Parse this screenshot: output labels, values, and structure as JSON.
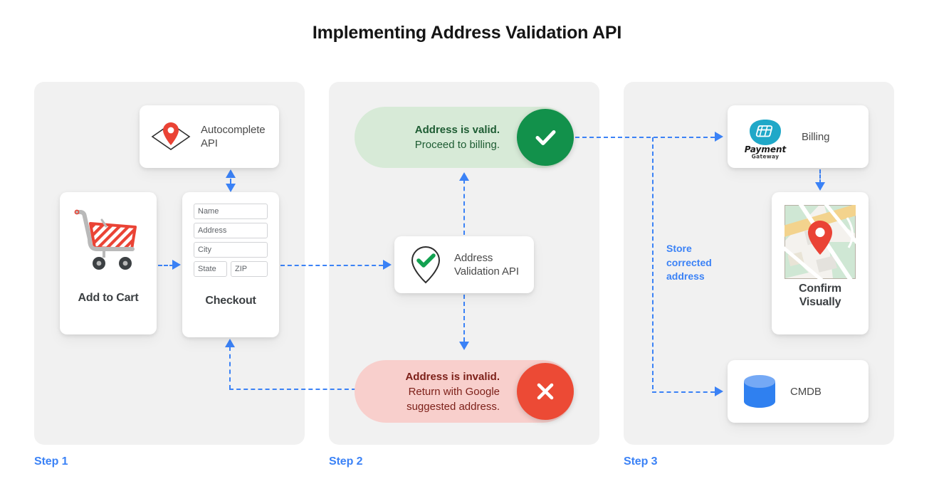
{
  "page": {
    "title": "Implementing Address Validation API",
    "accent_blue": "#3b82f6",
    "panel_bg": "#f1f1f1",
    "valid_green": "#12914b",
    "invalid_red": "#ec4a35"
  },
  "steps": [
    {
      "label": "Step 1"
    },
    {
      "label": "Step 2"
    },
    {
      "label": "Step 3"
    }
  ],
  "step1": {
    "autocomplete_card": {
      "label_line1": "Autocomplete",
      "label_line2": "API",
      "icon": "map-pin-diamond-icon"
    },
    "cart_card": {
      "caption": "Add to Cart",
      "icon": "shopping-cart-icon"
    },
    "checkout_card": {
      "caption": "Checkout",
      "fields": [
        {
          "name": "name-field",
          "placeholder": "Name"
        },
        {
          "name": "address-field",
          "placeholder": "Address"
        },
        {
          "name": "city-field",
          "placeholder": "City"
        },
        {
          "name": "state-field",
          "placeholder": "State"
        },
        {
          "name": "zip-field",
          "placeholder": "ZIP"
        }
      ]
    }
  },
  "step2": {
    "valid_pill": {
      "line1": "Address is valid.",
      "line2": "Proceed to billing.",
      "badge_icon": "check-icon",
      "bg": "#d7ead7",
      "badge_bg": "#12914b"
    },
    "validation_card": {
      "label_line1": "Address",
      "label_line2": "Validation API",
      "icon": "map-pin-check-icon"
    },
    "invalid_pill": {
      "line1": "Address is invalid.",
      "line2": "Return with Google",
      "line3": "suggested address.",
      "badge_icon": "close-icon",
      "bg": "#f8cfcc",
      "badge_bg": "#ec4a35"
    }
  },
  "step3": {
    "billing_card": {
      "label": "Billing",
      "logo_primary": "Payment",
      "logo_secondary": "Gateway",
      "icon": "payment-gateway-icon"
    },
    "map_card": {
      "caption_line1": "Confirm",
      "caption_line2": "Visually",
      "icon": "map-thumbnail-icon"
    },
    "cmdb_card": {
      "label": "CMDB",
      "icon": "database-icon"
    },
    "store_note": {
      "line1": "Store",
      "line2": "corrected",
      "line3": "address"
    }
  }
}
